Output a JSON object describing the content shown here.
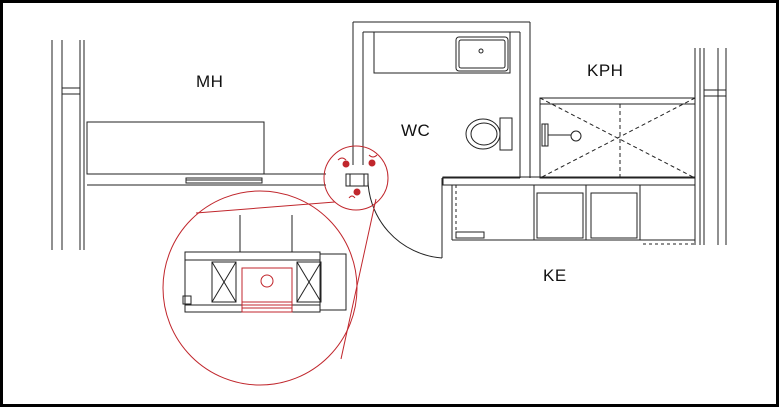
{
  "rooms": {
    "mh": "MH",
    "wc": "WC",
    "kph": "KPH",
    "ke": "KE"
  },
  "colors": {
    "line": "#222222",
    "accent": "#c0262c",
    "frame": "#000000"
  },
  "icons": {
    "wc": "toilet-icon",
    "sink": "sink-icon",
    "shower": "shower-icon",
    "detail": "magnifier-detail-icon"
  }
}
